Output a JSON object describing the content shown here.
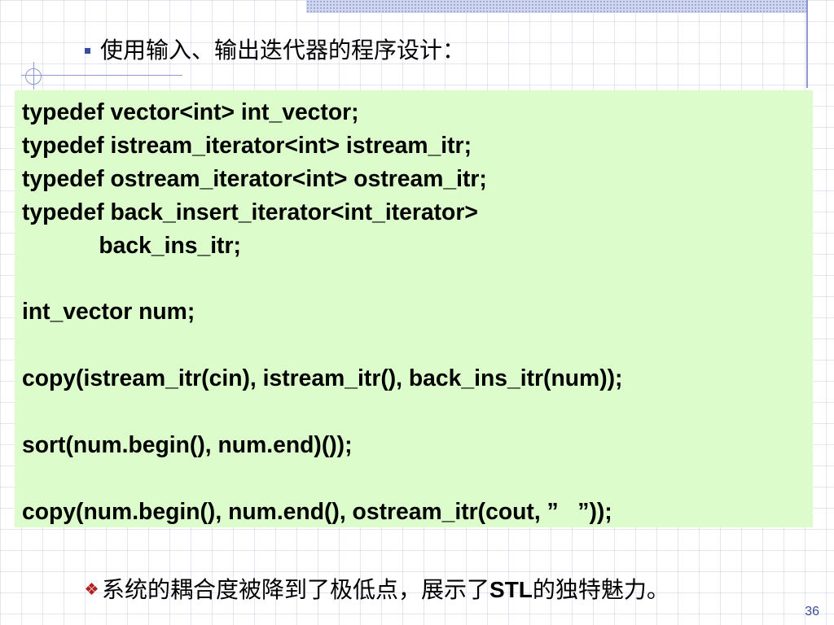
{
  "slide": {
    "title": "使用输入、输出迭代器的程序设计：",
    "code_lines": [
      "typedef vector<int> int_vector;",
      "typedef istream_iterator<int> istream_itr;",
      "typedef ostream_iterator<int> ostream_itr;",
      "typedef back_insert_iterator<int_iterator>",
      "            back_ins_itr;",
      "",
      "int_vector num;",
      "",
      "copy(istream_itr(cin), istream_itr(), back_ins_itr(num));",
      "",
      "sort(num.begin(), num.end)());",
      "",
      "copy(num.begin(), num.end(), ostream_itr(cout, ”   ”));"
    ],
    "footer": {
      "text_before": "系统的耦合度被降到了极低点，展示了",
      "text_strong": "STL",
      "text_after": "的独特魅力。"
    },
    "page_number": "36"
  },
  "theme": {
    "code_background": "#dcfccc",
    "bullet_color": "#3a4b9c",
    "accent_line_color": "#8d99cf",
    "diamond_color": "#b22222"
  },
  "icons": {
    "title_bullet": "square-bullet-icon",
    "footer_bullet": "diamond-bullet-icon"
  }
}
